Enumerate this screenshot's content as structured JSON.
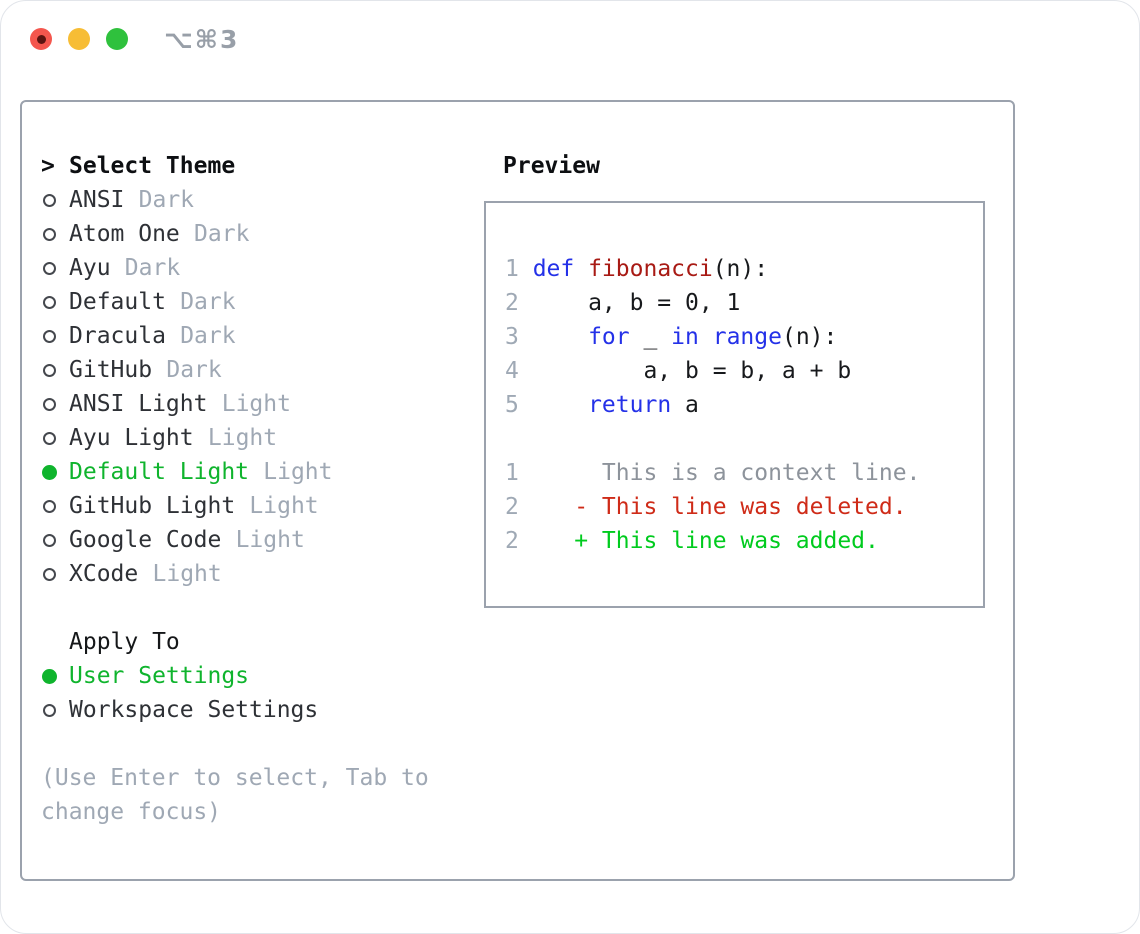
{
  "window": {
    "title": "⌥⌘3",
    "traffic_lights": [
      {
        "name": "close",
        "color": "#f4564d",
        "has_inner_dot": true
      },
      {
        "name": "minimize",
        "color": "#f7bd35",
        "has_inner_dot": false
      },
      {
        "name": "zoom",
        "color": "#2fc13d",
        "has_inner_dot": false
      }
    ]
  },
  "theme_picker": {
    "prompt": ">",
    "title": "Select Theme",
    "items": [
      {
        "name": "ANSI",
        "variant": "Dark",
        "selected": false
      },
      {
        "name": "Atom One",
        "variant": "Dark",
        "selected": false
      },
      {
        "name": "Ayu",
        "variant": "Dark",
        "selected": false
      },
      {
        "name": "Default",
        "variant": "Dark",
        "selected": false
      },
      {
        "name": "Dracula",
        "variant": "Dark",
        "selected": false
      },
      {
        "name": "GitHub",
        "variant": "Dark",
        "selected": false
      },
      {
        "name": "ANSI Light",
        "variant": "Light",
        "selected": false
      },
      {
        "name": "Ayu Light",
        "variant": "Light",
        "selected": false
      },
      {
        "name": "Default Light",
        "variant": "Light",
        "selected": true
      },
      {
        "name": "GitHub Light",
        "variant": "Light",
        "selected": false
      },
      {
        "name": "Google Code",
        "variant": "Light",
        "selected": false
      },
      {
        "name": "XCode",
        "variant": "Light",
        "selected": false
      }
    ]
  },
  "apply_to": {
    "title": "Apply To",
    "options": [
      {
        "label": "User Settings",
        "selected": true
      },
      {
        "label": "Workspace Settings",
        "selected": false
      }
    ]
  },
  "hint": "(Use Enter to select, Tab to change focus)",
  "preview": {
    "title": "Preview",
    "code_lines": [
      {
        "num": "1",
        "segments": [
          {
            "text": "def ",
            "color": "keyword"
          },
          {
            "text": "fibonacci",
            "color": "function"
          },
          {
            "text": "(n):",
            "color": "code"
          }
        ]
      },
      {
        "num": "2",
        "segments": [
          {
            "text": "    a, b = 0, 1",
            "color": "code"
          }
        ]
      },
      {
        "num": "3",
        "segments": [
          {
            "text": "    ",
            "color": "code"
          },
          {
            "text": "for",
            "color": "keyword"
          },
          {
            "text": " _ ",
            "color": "code"
          },
          {
            "text": "in",
            "color": "keyword"
          },
          {
            "text": " ",
            "color": "code"
          },
          {
            "text": "range",
            "color": "keyword"
          },
          {
            "text": "(n):",
            "color": "code"
          }
        ]
      },
      {
        "num": "4",
        "segments": [
          {
            "text": "        a, b = b, a + b",
            "color": "code"
          }
        ]
      },
      {
        "num": "5",
        "segments": [
          {
            "text": "    ",
            "color": "code"
          },
          {
            "text": "return",
            "color": "keyword"
          },
          {
            "text": " a",
            "color": "code"
          }
        ]
      },
      {
        "num": "",
        "segments": []
      },
      {
        "num": "1",
        "segments": [
          {
            "text": "     This is a context line.",
            "color": "context"
          }
        ]
      },
      {
        "num": "2",
        "segments": [
          {
            "text": "   - This line was deleted.",
            "color": "deleted"
          }
        ]
      },
      {
        "num": "2",
        "segments": [
          {
            "text": "   + This line was added.",
            "color": "added"
          }
        ]
      }
    ]
  },
  "colors": {
    "selected-green": "#0fb42d",
    "muted": "#9fa8b4",
    "lineno": "#9fa9b5",
    "keyword": "#2431e8",
    "function": "#a81a14",
    "context": "#8d939b",
    "deleted": "#cf2b18",
    "added": "#00cb1e"
  }
}
